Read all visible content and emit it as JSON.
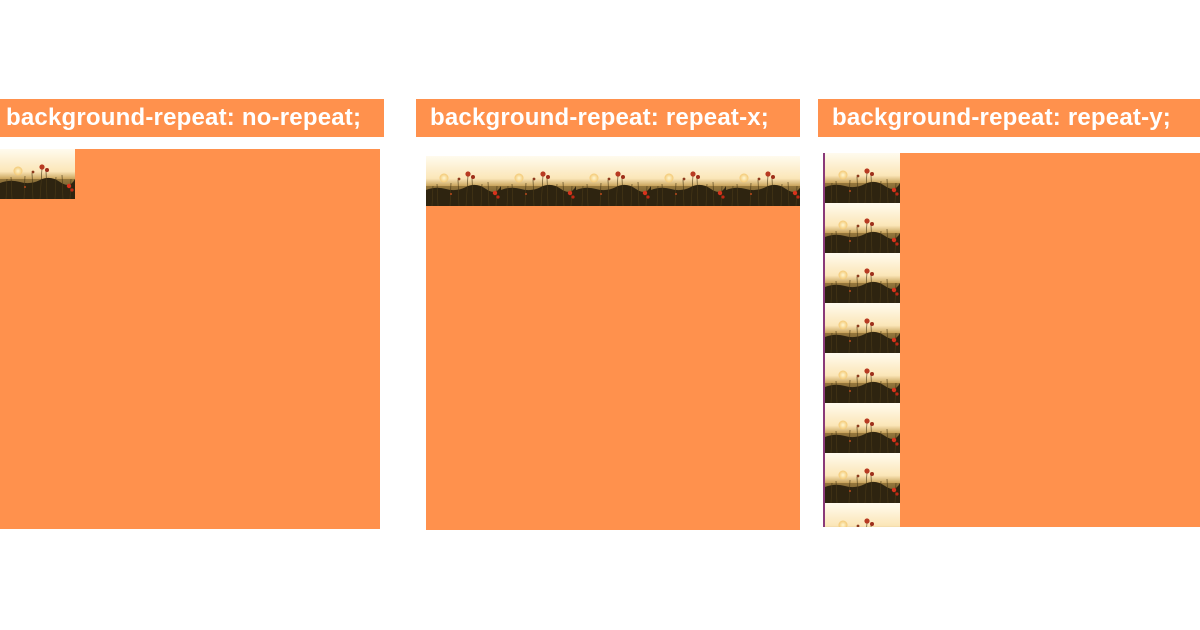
{
  "panels": [
    {
      "label": "background-repeat:  no-repeat;",
      "repeat": "no-repeat",
      "tile_image": "poppy-field-at-sunset"
    },
    {
      "label": "background-repeat:  repeat-x;",
      "repeat": "repeat-x",
      "tile_image": "poppy-field-at-sunset"
    },
    {
      "label": "background-repeat:  repeat-y;",
      "repeat": "repeat-y",
      "tile_image": "poppy-field-at-sunset"
    }
  ],
  "colors": {
    "box_fill": "#FF914D",
    "label_fill": "#FF914D",
    "label_text": "#FFFFFF",
    "page_background": "#FFFFFF"
  }
}
